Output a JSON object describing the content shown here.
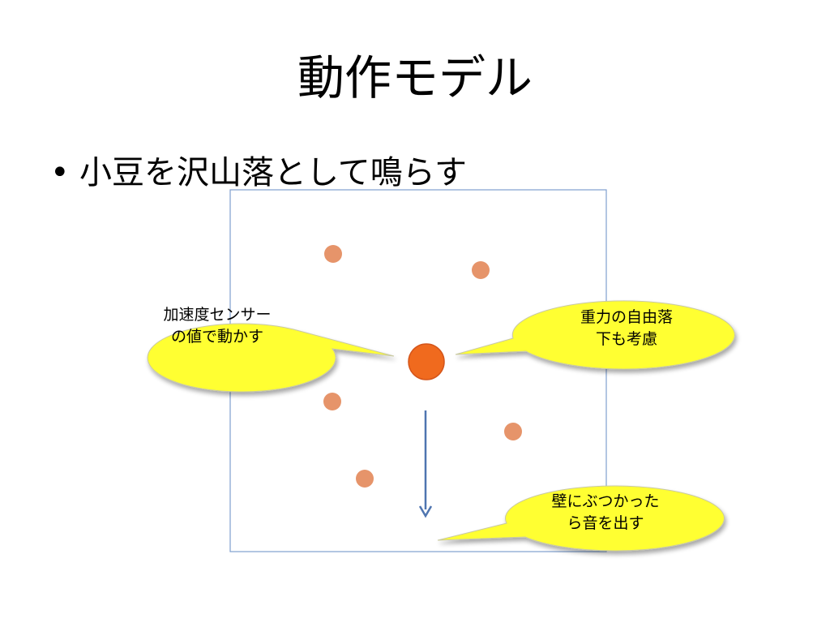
{
  "slide": {
    "title": "動作モデル",
    "bullet_symbol": "•",
    "bullet_text": "小豆を沢山落として鳴らす"
  },
  "callouts": {
    "accelerometer": {
      "line1": "加速度センサー",
      "line2": "の値で動かす"
    },
    "gravity": {
      "line1": "重力の自由落",
      "line2": "下も考慮"
    },
    "wall": {
      "line1": "壁にぶつかった",
      "line2": "ら音を出す"
    }
  },
  "colors": {
    "box_border": "#7f9fcf",
    "bean": "#e6946a",
    "main_bean": "#f06a1e",
    "main_bean_edge": "#d4551a",
    "arrow": "#4f75b0",
    "callout_fill": "#ffff33",
    "callout_edge": "#c9c9a0"
  }
}
